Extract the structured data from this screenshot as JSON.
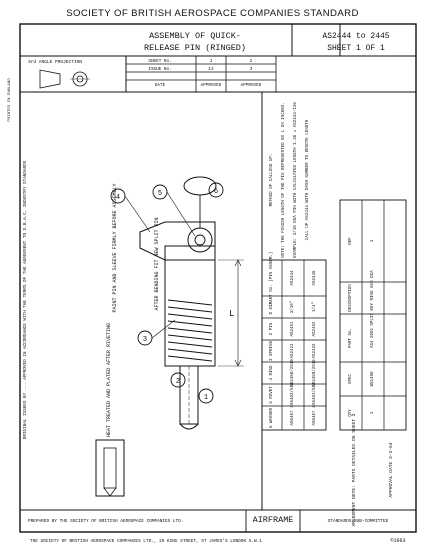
{
  "standard_title": "SOCIETY OF BRITISH AEROSPACE COMPANIES STANDARD",
  "drawing": {
    "title_line1": "ASSEMBLY OF QUICK-",
    "title_line2": "RELEASE PIN (RINGED)",
    "number": "AS2444 to 2445",
    "sheet": "SHEET 1 OF 1",
    "projection": "3rd ANGLE PROJECTION",
    "printed_in_england": "PRINTED IN ENGLAND"
  },
  "revision_table": {
    "headers": [
      "SHEET No.",
      "1",
      "2"
    ],
    "issue_row": [
      "ISSUE No.",
      "13",
      "3"
    ],
    "footer": [
      "DATE",
      "APPROVED",
      "APPROVED"
    ]
  },
  "side_left": "ORIGINAL ISSUED BY ... APPROVED IN ACCORDANCE WITH THE TERMS OF THE AGREEMENT TO S.B.A.C. INDUSTRY STANDARDS",
  "notes": [
    "PAINT PIN AND SLEEVE FIRMLY BEFORE ASSEMBLY",
    "AFTER BENDING FIT NEW SPLIT PIN",
    "HEAT TREATED AND PLATED AFTER RIVETING"
  ],
  "balloons": [
    "1",
    "2",
    "3",
    "4",
    "5",
    "6"
  ],
  "dimension_label": "L",
  "parts_table": {
    "headers": [
      "PART No. (PIN ASSEM.)",
      "D DIA.",
      "2 PIN",
      "3 SPRING",
      "4 RING",
      "5 RIVET",
      "6 WASHER"
    ],
    "rows": [
      [
        "AS2444",
        "3/16\"",
        "AS2451",
        "AS2421",
        "AS2458/2510",
        "AS6462/510",
        "AS6467"
      ],
      [
        "AS2445",
        "1/4\"",
        "AS2452",
        "AS2422",
        "AS2459/2512",
        "AS6463/512",
        "AS6467"
      ]
    ]
  },
  "notes_block": [
    "METHOD OF CALLING UP:",
    "NOTE: THE FINISH LENGTH OF THE PIN REPRESENTED BY L IN INCHES.",
    "EXAMPLE: 3/16 DIA PIN WITH CALCULATED LENGTH 1.36 = AS2444-136",
    "CALL UP AS2444 WITH DASH NUMBER TO DENOTE LENGTH"
  ],
  "item_table": {
    "headers": [
      "REF",
      "DESCRIPTION",
      "PART No.",
      "SPEC",
      "QTY"
    ],
    "rows": [
      [
        "1",
        "SPLIT KEY RING 5mm DIA",
        "AS4 2001",
        "BS1490",
        "1"
      ]
    ]
  },
  "amendment_note": "AMENDMENT NOTE: PARTS DETAILED ON SHEET 2",
  "approval_date": "APPROVAL DATE 3-3-64",
  "prepared_by": "PREPARED BY THE SOCIETY OF BRITISH AEROSPACE COMPANIES LTD.",
  "airframe_label": "AIRFRAME",
  "committee": "STANDARDS SUB-COMMITTEE",
  "address": "THE SOCIETY OF BRITISH AEROSPACE COMPANIES LTD., 29 KING STREET, ST JAMES'S LONDON S.W.1",
  "copyright": "©1963"
}
